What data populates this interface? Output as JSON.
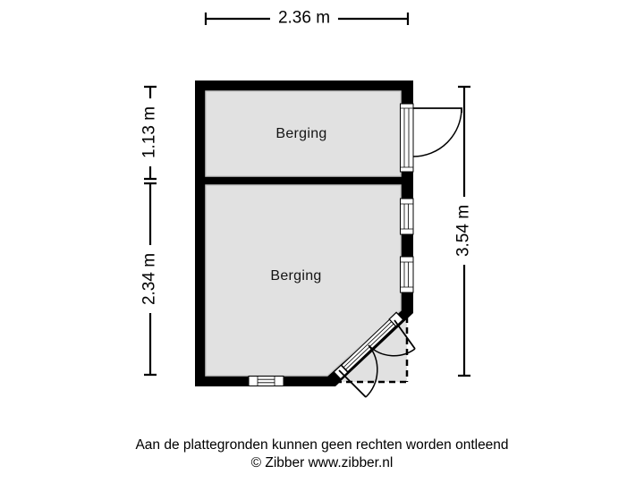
{
  "floor_plan": {
    "rooms": [
      {
        "label": "Berging"
      },
      {
        "label": "Berging"
      }
    ],
    "dimensions": {
      "width_top": "2.36 m",
      "height_left_upper": "1.13 m",
      "height_left_lower": "2.34 m",
      "height_right": "3.54 m"
    }
  },
  "footer": {
    "disclaimer": "Aan de plattegronden kunnen geen rechten worden ontleend",
    "credit": "© Zibber www.zibber.nl"
  },
  "colors": {
    "wall": "#000000",
    "floor_fill": "#e1e1e1",
    "label_background": "#ffffff",
    "page_background": "#ffffff"
  }
}
